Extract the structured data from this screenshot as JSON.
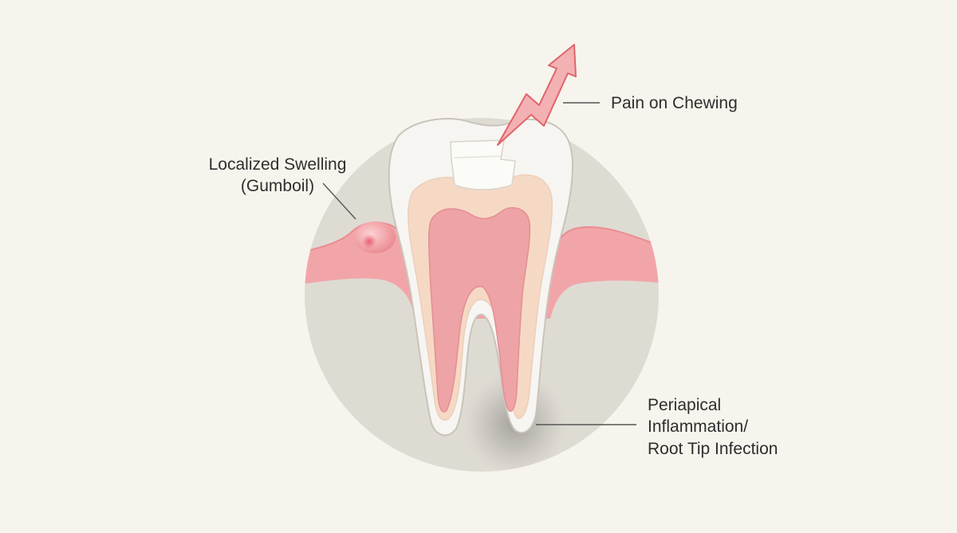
{
  "labels": {
    "pain": "Pain on Chewing",
    "swelling": [
      "Localized Swelling",
      "(Gumboil)"
    ],
    "periapical": [
      "Periapical",
      "Inflammation/",
      "Root Tip Infection"
    ]
  },
  "colors": {
    "background": "#f6f4ec",
    "bone": "#dedbd3",
    "gum": "#f2a5a8",
    "enamel": "#f7f5f2",
    "dentin": "#f6d9c4",
    "pulp": "#eea3a6",
    "filling": "#fbfbf8",
    "arrow": "#ef7f84",
    "leader_line": "#555555",
    "text": "#2e2e2e"
  },
  "icons": {
    "pain": "lightning-bolt-arrow-icon",
    "swelling": "gumboil-icon",
    "infection": "infection-halo-icon"
  }
}
